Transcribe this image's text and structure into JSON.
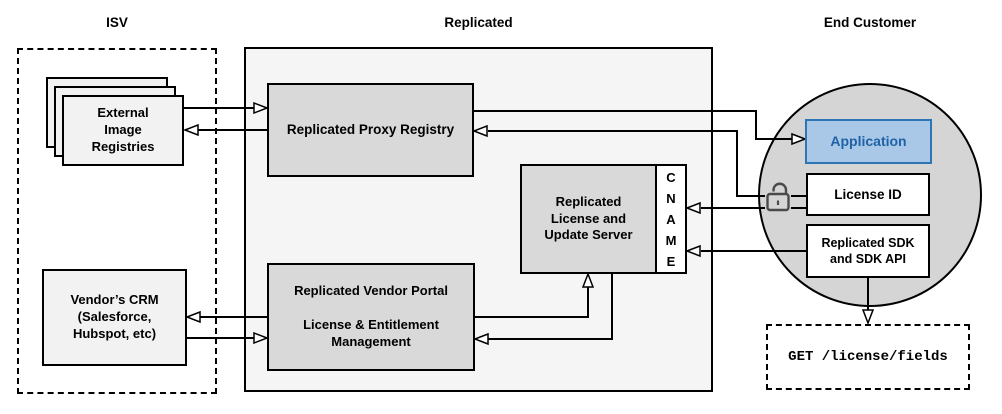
{
  "sections": {
    "isv": {
      "label": "ISV"
    },
    "replicated": {
      "label": "Replicated"
    },
    "end_customer": {
      "label": "End Customer"
    }
  },
  "nodes": {
    "external_image_registries": {
      "label": "External\nImage\nRegistries"
    },
    "vendors_crm": {
      "label": "Vendor’s CRM\n(Salesforce,\nHubspot, etc)"
    },
    "proxy_registry": {
      "label": "Replicated Proxy Registry"
    },
    "license_update_server": {
      "label": "Replicated\nLicense and\nUpdate Server"
    },
    "cname": {
      "label": "C\nN\nA\nM\nE"
    },
    "vendor_portal": {
      "label": "Replicated Vendor Portal\n\nLicense & Entitlement\nManagement"
    },
    "application": {
      "label": "Application"
    },
    "license_id": {
      "label": "License ID"
    },
    "replicated_sdk": {
      "label": "Replicated SDK\nand SDK API"
    },
    "get_license_fields": {
      "label": "GET /license/fields"
    }
  },
  "icons": {
    "unlock_icon": "open-padlock"
  },
  "colors": {
    "line": "#000000",
    "section_fill": "#f5f5f5",
    "node_fill_gray": "#d9d9d9",
    "node_fill_light": "#f2f2f2",
    "circle_fill": "#d5d5d5",
    "application_fill": "#a9c8e8",
    "application_border": "#2e75b5",
    "application_text": "#1f62a5",
    "lock_stroke": "#4a4a4a"
  }
}
